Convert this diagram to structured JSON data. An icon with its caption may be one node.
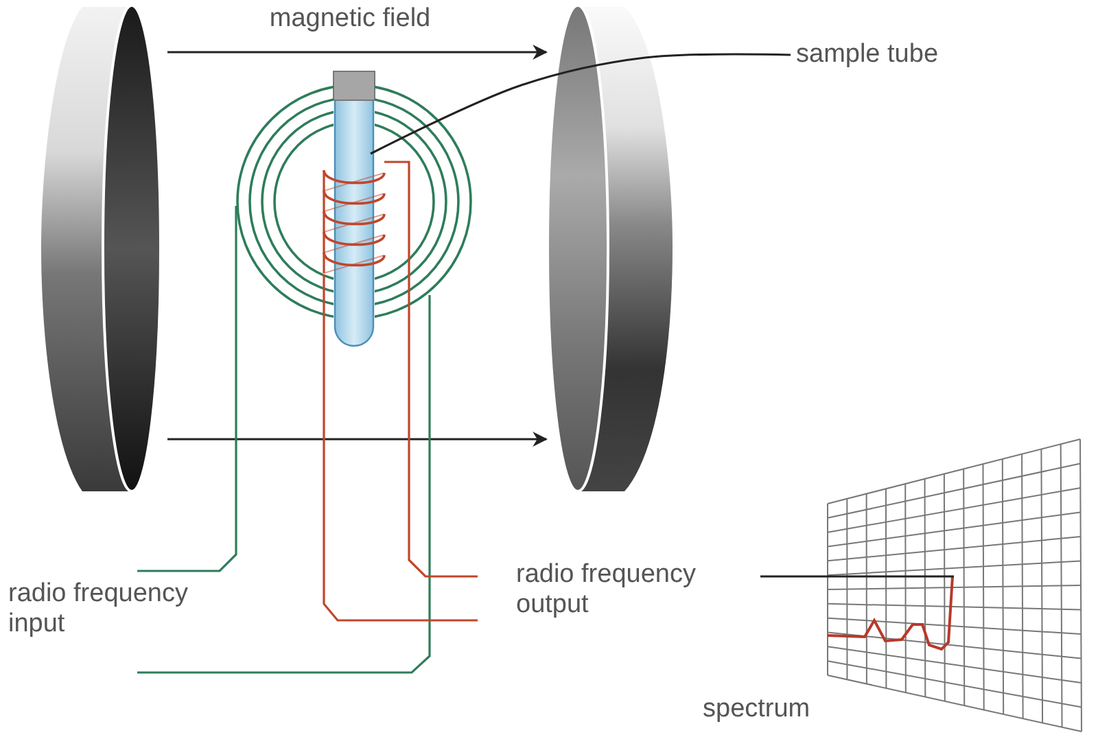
{
  "diagram": {
    "nodes": [
      {
        "text": [],
        "shape": "cylinder"
      },
      {
        "text": [],
        "shape": "circle"
      },
      {
        "text": [],
        "shape": "coil",
        "in": 1
      },
      {
        "text": [],
        "shape": "cylinder"
      },
      {
        "text": [],
        "shape": "cylinder"
      },
      {
        "text": [
          "sample tube"
        ]
      },
      {
        "text": [
          "radio frequency input"
        ]
      },
      {
        "text": [
          "radio frequency output"
        ]
      },
      {
        "text": [],
        "shape": "picture",
        "beside": [
          "spectrum"
        ]
      }
    ],
    "edges": [
      {
        "from": 0,
        "to": 4,
        "arrow": "to",
        "label": "magnetic field"
      },
      {
        "from": 0,
        "to": 4,
        "arrow": "to"
      },
      {
        "from": 5,
        "to": 3,
        "arrow": "none"
      },
      {
        "from": 6,
        "to": 1,
        "arrow": "none",
        "color": "#2e7d5b"
      },
      {
        "from": 6,
        "to": 1,
        "arrow": "none",
        "color": "#2e7d5b"
      },
      {
        "from": 2,
        "to": 7,
        "arrow": "none",
        "color": "#c0462b"
      },
      {
        "from": 2,
        "to": 7,
        "arrow": "none",
        "color": "#c0462b"
      },
      {
        "from": 7,
        "to": 8,
        "arrow": "none"
      }
    ]
  }
}
